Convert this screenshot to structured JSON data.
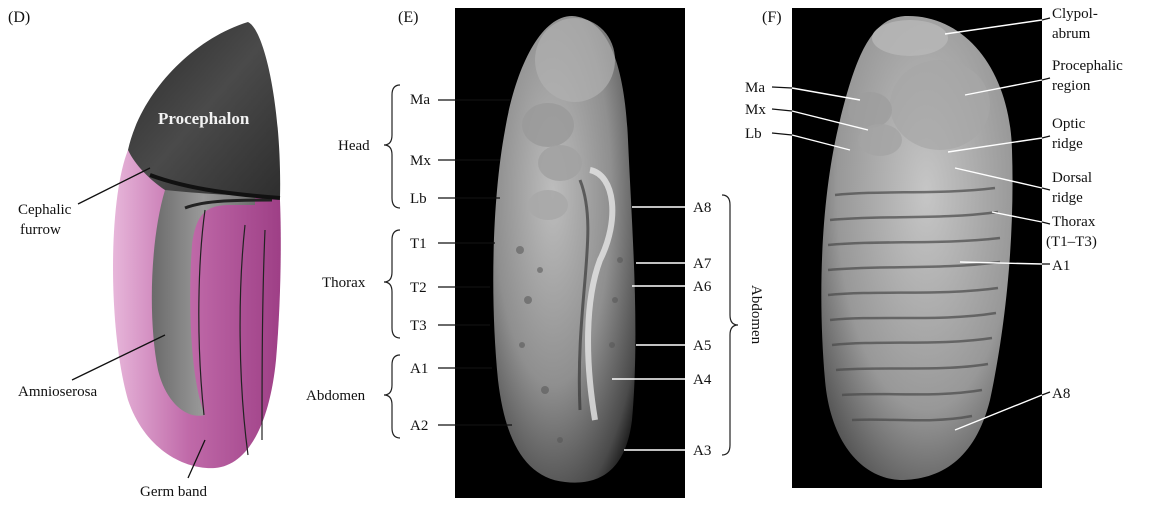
{
  "panels": {
    "d": {
      "tag": "(D)",
      "procephalon": "Procephalon",
      "cephalic_furrow": [
        "Cephalic",
        "furrow"
      ],
      "amnioserosa": "Amnioserosa",
      "germ_band": "Germ band",
      "colors": {
        "head": "#3a3a3a",
        "band": "#b5549c",
        "band_light": "#d890c4",
        "amnioserosa": "#7d7d7d"
      }
    },
    "e": {
      "tag": "(E)",
      "group_head": "Head",
      "group_thorax": "Thorax",
      "group_abdomen_left": "Abdomen",
      "group_abdomen_right": "Abdomen",
      "left_labels": [
        "Ma",
        "Mx",
        "Lb",
        "T1",
        "T2",
        "T3",
        "A1",
        "A2"
      ],
      "right_labels": [
        "A8",
        "A7",
        "A6",
        "A5",
        "A4",
        "A3"
      ]
    },
    "f": {
      "tag": "(F)",
      "clypolabrum": [
        "Clypol-",
        "abrum"
      ],
      "procephalic": [
        "Procephalic",
        "region"
      ],
      "optic": [
        "Optic",
        "ridge"
      ],
      "dorsal": [
        "Dorsal",
        "ridge"
      ],
      "thorax": [
        "Thorax",
        "(T1–T3)"
      ],
      "a1": "A1",
      "a8": "A8",
      "left_labels": [
        "Ma",
        "Mx",
        "Lb"
      ]
    }
  }
}
